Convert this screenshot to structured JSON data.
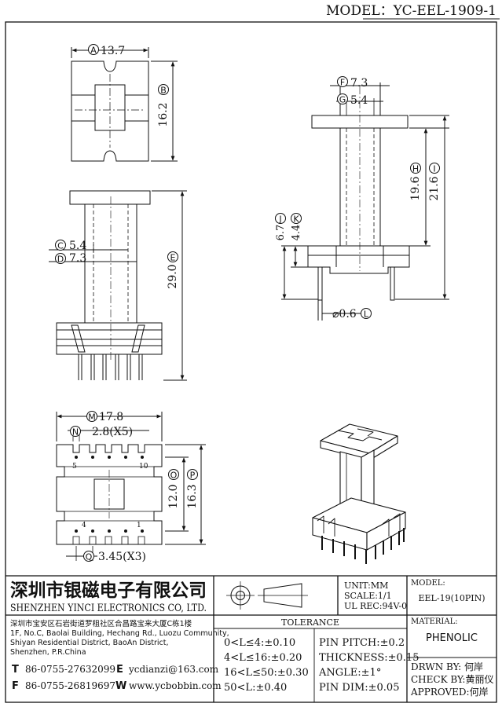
{
  "title_block": {
    "model": "MODEL：YC-EEL-1909-1",
    "company_cn": "深圳市银磁电子有限公司",
    "company_en": "SHENZHEN YINCI ELECTRONICS CO, LTD.",
    "address": [
      "深圳市宝安区石岩街道罗租社区合昌路宝来大厦C栋1楼",
      "1F, No.C, Baolai Building, Hechang Rd., Luozu Community,",
      "Shiyan Residential District, BaoAn District,",
      "Shenzhen, P.R.China"
    ],
    "contacts": {
      "tel_key": "T",
      "tel": "86-0755-27632099",
      "fax_key": "F",
      "fax": "86-0755-26819697",
      "email_key": "E",
      "email": "ycdianzi@163.com",
      "web_key": "W",
      "web": "www.ycbobbin.com"
    },
    "unit": "UNIT:MM",
    "scale": "SCALE:1/1",
    "ul_rec": "UL REC:94V-0",
    "model_label": "MODEL:",
    "model_value": "EEL-19(10PIN)",
    "material_label": "MATERIAL:",
    "material_value": "PHENOLIC",
    "tolerance_title": "TOLERANCE",
    "tolerances_left": [
      "0<L≤4:±0.10",
      "4<L≤16:±0.20",
      "16<L≤50:±0.30",
      "50<L:±0.40"
    ],
    "tolerances_right": [
      "PIN PITCH:±0.2",
      "THICKNESS:±0.15",
      "ANGLE:±1°",
      "PIN DIM:±0.05"
    ],
    "drawn_by": "DRWN BY: 何岸",
    "check_by": "CHECK BY:黄丽仪",
    "approved": "APPROVED:何岸"
  },
  "dimensions": {
    "A": {
      "letter": "A",
      "value": "13.7"
    },
    "B": {
      "letter": "B",
      "value": "16.2"
    },
    "C": {
      "letter": "C",
      "value": "5.4"
    },
    "D": {
      "letter": "D",
      "value": "7.3"
    },
    "E": {
      "letter": "E",
      "value": "29.0"
    },
    "F": {
      "letter": "F",
      "value": "7.3"
    },
    "G": {
      "letter": "G",
      "value": "5.4"
    },
    "H": {
      "letter": "H",
      "value": "19.6"
    },
    "I": {
      "letter": "I",
      "value": "21.6"
    },
    "J": {
      "letter": "J",
      "value": "6.7"
    },
    "K": {
      "letter": "K",
      "value": "4.4"
    },
    "L": {
      "letter": "L",
      "prefix": "⌀0.6"
    },
    "M": {
      "letter": "M",
      "value": "17.8"
    },
    "N": {
      "letter": "N",
      "value": "2.8(X5)"
    },
    "O": {
      "letter": "O",
      "value": "12.0"
    },
    "P": {
      "letter": "P",
      "value": "16.3"
    },
    "Q": {
      "letter": "Q",
      "value": "3.45(X3)"
    }
  },
  "pin_numbers": {
    "p5": "5",
    "p10": "10",
    "p4": "4",
    "p1": "1"
  }
}
